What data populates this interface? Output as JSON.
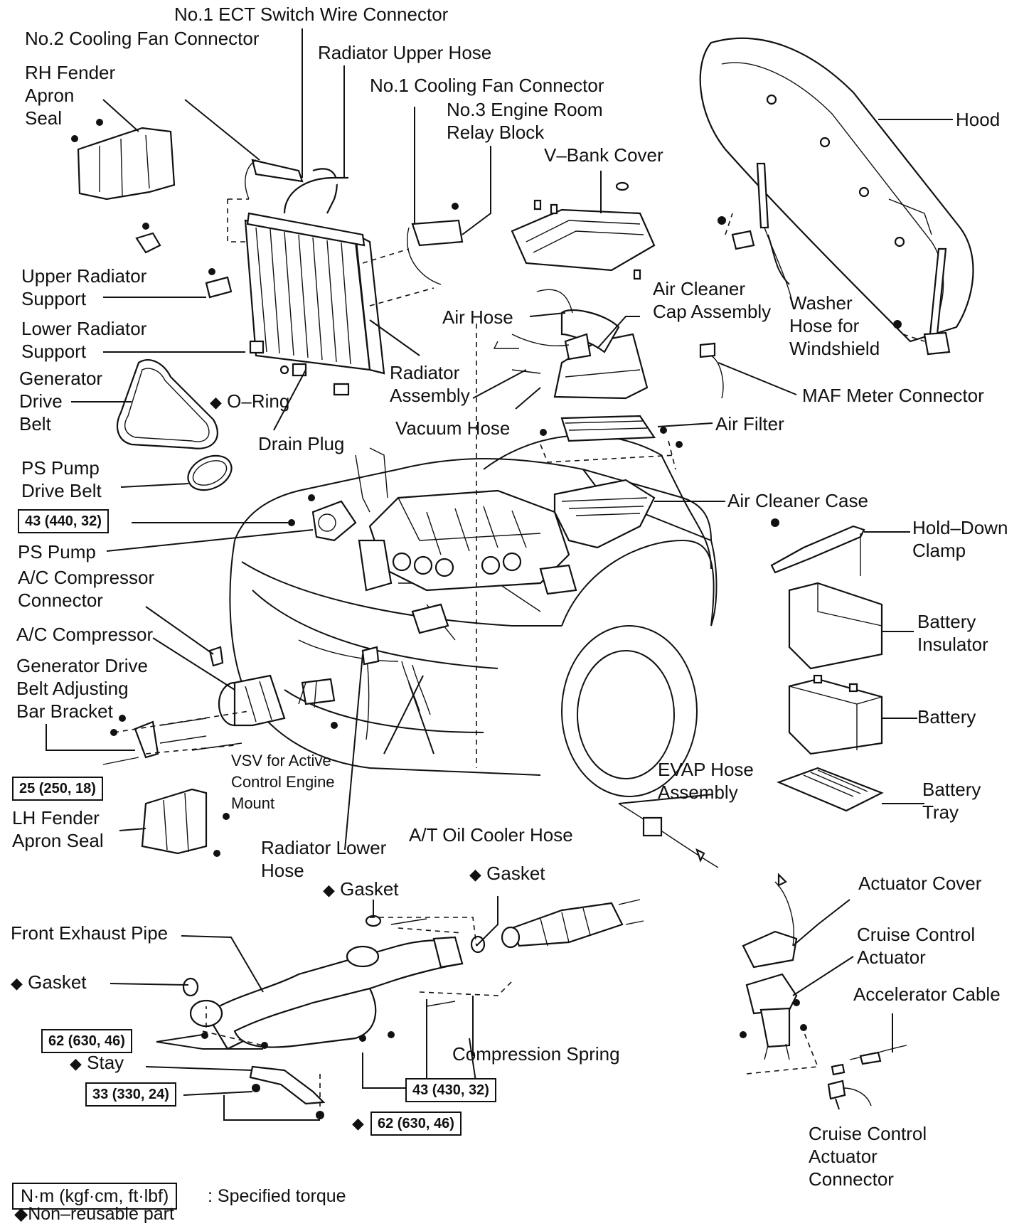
{
  "diagram": {
    "labels": {
      "no1_ect_switch": "No.1 ECT Switch Wire Connector",
      "no2_cooling_fan": "No.2 Cooling Fan Connector",
      "rh_fender_apron_seal": "RH Fender\nApron\nSeal",
      "radiator_upper_hose": "Radiator Upper Hose",
      "no1_cooling_fan": "No.1 Cooling Fan Connector",
      "no3_relay_block": "No.3 Engine Room\nRelay Block",
      "v_bank_cover": "V–Bank Cover",
      "hood": "Hood",
      "upper_radiator_support": "Upper Radiator\nSupport",
      "lower_radiator_support": "Lower Radiator\nSupport",
      "air_cleaner_cap": "Air Cleaner\nCap Assembly",
      "washer_hose": "Washer\nHose for\nWindshield",
      "air_hose": "Air Hose",
      "generator_drive_belt": "Generator\nDrive\nBelt",
      "radiator_assembly": "Radiator\nAssembly",
      "o_ring": "O–Ring",
      "maf_meter": "MAF Meter Connector",
      "drain_plug": "Drain Plug",
      "vacuum_hose": "Vacuum Hose",
      "air_filter": "Air Filter",
      "ps_pump_drive_belt": "PS Pump\nDrive Belt",
      "air_cleaner_case": "Air Cleaner Case",
      "hold_down_clamp": "Hold–Down\nClamp",
      "ps_pump": "PS Pump",
      "ac_compressor_connector": "A/C Compressor\nConnector",
      "battery_insulator": "Battery\nInsulator",
      "ac_compressor": "A/C Compressor",
      "generator_bracket": "Generator Drive\nBelt Adjusting\nBar Bracket",
      "battery": "Battery",
      "vsv": "VSV for Active\nControl Engine\nMount",
      "evap_hose": "EVAP Hose\nAssembly",
      "battery_tray": "Battery\nTray",
      "lh_fender_apron_seal": "LH Fender\nApron Seal",
      "at_oil_cooler_hose": "A/T Oil Cooler Hose",
      "radiator_lower_hose": "Radiator Lower\nHose",
      "gasket_a": "Gasket",
      "gasket_b": "Gasket",
      "gasket_c": "Gasket",
      "actuator_cover": "Actuator Cover",
      "front_exhaust_pipe": "Front Exhaust Pipe",
      "cruise_control_actuator": "Cruise Control\nActuator",
      "accelerator_cable": "Accelerator Cable",
      "stay": "Stay",
      "compression_spring": "Compression Spring",
      "cruise_control_connector": "Cruise Control\nActuator\nConnector"
    },
    "torques": {
      "t1": "43 (440, 32)",
      "t2": "25 (250, 18)",
      "t3": "62 (630, 46)",
      "t4": "33 (330, 24)",
      "t5": "43 (430, 32)",
      "t6": "62 (630, 46)"
    },
    "diamond": "◆",
    "legend": {
      "unit_box": "N·m (kgf·cm, ft·lbf)",
      "unit_text": ": Specified torque",
      "non_reusable": "◆Non–reusable part"
    }
  }
}
